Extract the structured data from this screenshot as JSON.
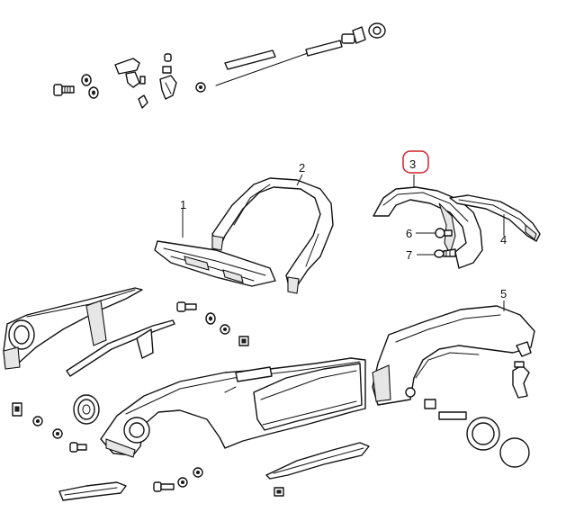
{
  "callouts": [
    {
      "id": "1",
      "label": "1"
    },
    {
      "id": "2",
      "label": "2"
    },
    {
      "id": "3",
      "label": "3",
      "highlighted": true
    },
    {
      "id": "4",
      "label": "4"
    },
    {
      "id": "5",
      "label": "5"
    },
    {
      "id": "6",
      "label": "6"
    },
    {
      "id": "7",
      "label": "7"
    }
  ],
  "colors": {
    "line": "#111111",
    "background": "#ffffff",
    "highlight": "#d0202a"
  },
  "icons": {
    "bolt": "bolt-icon",
    "washer": "washer-icon",
    "nut": "nut-icon",
    "clip": "clip-icon",
    "screw": "screw-icon"
  }
}
